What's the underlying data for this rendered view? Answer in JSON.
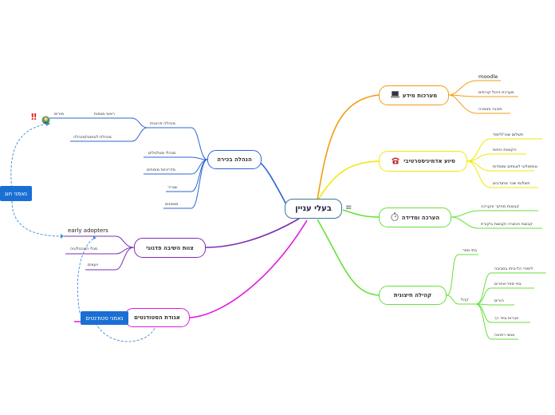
{
  "root": "בעלי עניין",
  "menu_glyph": "≡",
  "branches": {
    "info_systems": {
      "label": "מערכות מידע",
      "items": [
        "moodle",
        "מערכת ניהול קורסים",
        "תוכנה וחומרה"
      ]
    },
    "admin_support": {
      "label": "סיוע אדמיניסטרטיבי",
      "items": [
        "תשלום שכר/לימוד",
        "הקצאת כיתות",
        "טופסולוגי לצוותים ומוסדות",
        "תשלומי שכר מתנדבים"
      ]
    },
    "evaluation": {
      "label": "הערכה ומדידה",
      "items": [
        "קבוצות מחקר והערכה",
        "קבוצת הכשרה וקבוצת ביקורת"
      ]
    },
    "community": {
      "label": "קהילה חיצונית",
      "group_a": "בתי ספר",
      "group_b": "קהל",
      "items": [
        "לימודי הל-ביתי בסביבה",
        "בתי ספר-אחרים",
        "הורים",
        "חברות ציוד רך",
        "אנשי רפואה"
      ]
    },
    "management": {
      "label": "הנהלה בכירה",
      "sub_label": "מנהלה פרטנית",
      "sub_items": [
        "ראשי מגמות",
        "מנהלת לוגיסטי/מנהלה"
      ],
      "items": [
        "מנהלי מטלטלים",
        "מדריכיות מומחים",
        "שגריר",
        "מאמנים"
      ],
      "leaf": "מורים"
    },
    "pedagogy": {
      "label": "צוות השיבה פדגוגי",
      "items": [
        "early adopters",
        "מגלי הטכנולוגיה",
        "יועצים"
      ]
    },
    "students": {
      "label": "אגודת הסטודנטים"
    }
  },
  "tags": {
    "outer": "נאמני חוג",
    "students": "נאמני סטודנטים"
  },
  "icons": [
    "laptop-icon",
    "telephone-icon",
    "stopwatch-icon",
    "double-exclamation-icon",
    "person-icon",
    "menu-icon"
  ],
  "colors": {
    "orange": "#f39c12",
    "yellow": "#f2e800",
    "green": "#66e03a",
    "blue": "#2d66d8",
    "purple": "#7b2fb3",
    "magenta": "#e01ae0",
    "root_border": "#3b7a9a",
    "tag": "#1a6fd4"
  }
}
